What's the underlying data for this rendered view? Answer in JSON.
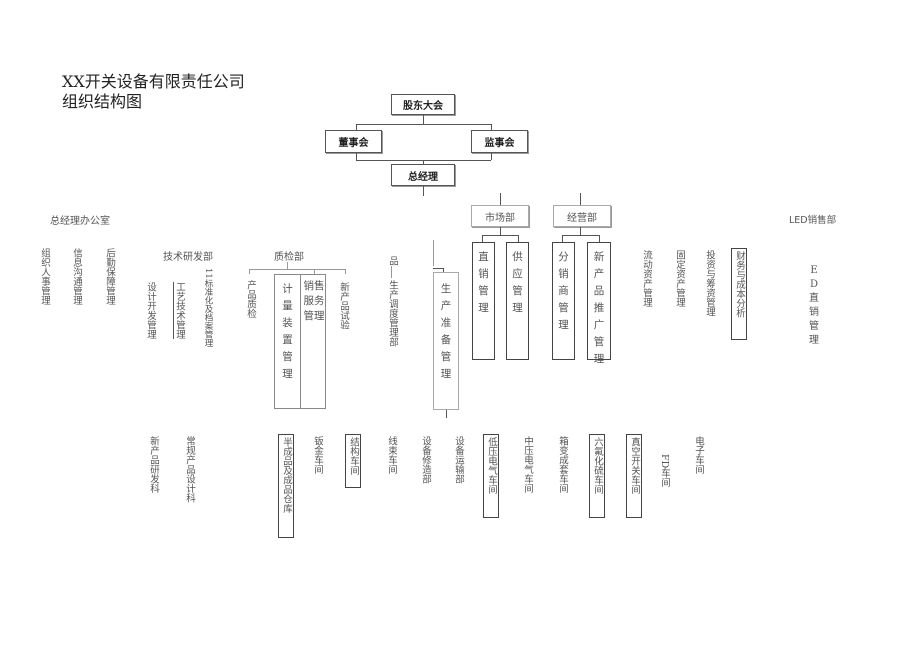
{
  "header": {
    "company": "XX开关设备有限责任公司",
    "subtitle": "组织结构图"
  },
  "top": {
    "shareholders": "股东大会",
    "board": "董事会",
    "supervisors": "监事会",
    "gm": "总经理"
  },
  "departments": {
    "gm_office": {
      "label": "总经理办公室",
      "items": [
        "组织人事管理",
        "信息沟通管理",
        "后勤保障管理"
      ]
    },
    "rnd": {
      "label": "技术研发部",
      "items": [
        "设计开发管理",
        "工艺技术管理",
        "11标准化及档案管理"
      ]
    },
    "qc": {
      "label": "质检部",
      "items": [
        "产品质检",
        "计量装置管理",
        "销售服务管理",
        "新产品试验"
      ]
    },
    "production": {
      "label": "生产调度管理部",
      "prefix": "品",
      "items": [
        "生产准备管理"
      ]
    },
    "market": {
      "label": "市场部",
      "items": [
        "直销管理",
        "供应管理"
      ]
    },
    "operations": {
      "label": "经营部",
      "items": [
        "分销商管理",
        "新产品推广管理"
      ]
    },
    "finance": {
      "items": [
        "流动资产管理",
        "固定资产管理",
        "投资与筹资管理",
        "财务与成本分析"
      ]
    },
    "led_sales": {
      "label": "LED销售部",
      "items": [
        "ED直销管理"
      ]
    }
  },
  "bottom_units": [
    {
      "label": "新产品研发科",
      "framed": false
    },
    {
      "label": "常规产品设计科",
      "framed": false
    },
    {
      "label": "半成品及成品仓库",
      "framed": true
    },
    {
      "label": "钣金车间",
      "framed": false
    },
    {
      "label": "结构车间",
      "framed": true
    },
    {
      "label": "线束车间",
      "framed": false
    },
    {
      "label": "设备修造部",
      "framed": false
    },
    {
      "label": "设备运输部",
      "framed": false
    },
    {
      "label": "低压电气车间",
      "framed": true
    },
    {
      "label": "中压电气车间",
      "framed": false
    },
    {
      "label": "箱变成套车间",
      "framed": false
    },
    {
      "label": "六氟化硫车间",
      "framed": true
    },
    {
      "label": "真空开关车间",
      "framed": true
    },
    {
      "label": "FD车间",
      "framed": false
    },
    {
      "label": "电子车间",
      "framed": false
    }
  ]
}
